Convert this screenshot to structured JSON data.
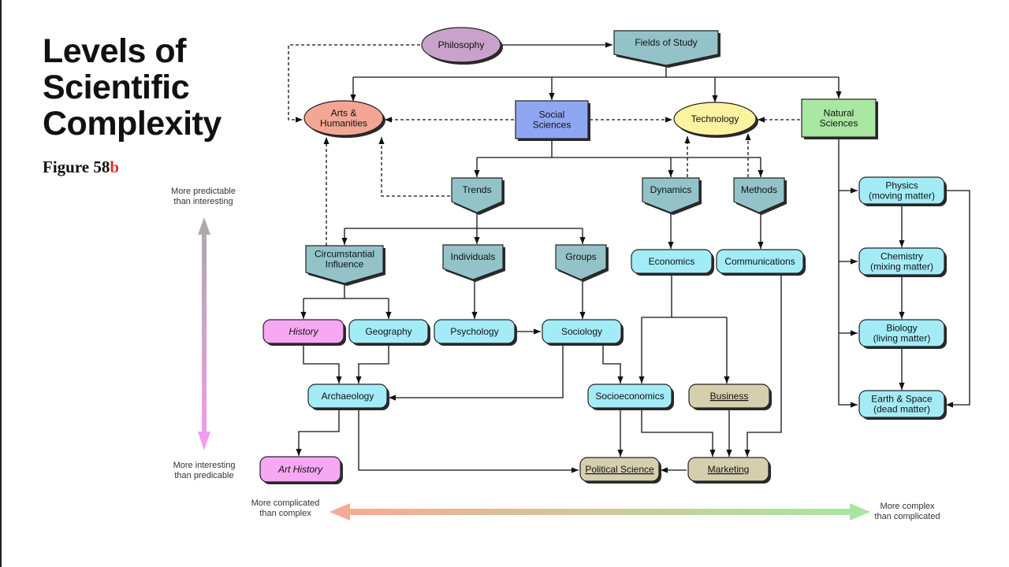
{
  "page": {
    "title_lines": [
      "Levels of",
      "Scientific",
      "Complexity"
    ],
    "figure_prefix": "Figure 58",
    "figure_letter": "b"
  },
  "axes": {
    "vertical_top": [
      "More predictable",
      "than interesting"
    ],
    "vertical_bottom": [
      "More interesting",
      "than predicable"
    ],
    "horizontal_left": [
      "More complicated",
      "than complex"
    ],
    "horizontal_right": [
      "More complex",
      "than complicated"
    ]
  },
  "colors": {
    "philosophy": "#c9a2cb",
    "arts": "#f4a695",
    "social": "#8fa6f2",
    "technology": "#fbf3a0",
    "natural": "#a9e8a2",
    "teal": "#93c3c8",
    "cyan": "#a3ecf7",
    "pink": "#f7a8f2",
    "tan": "#d6cfae"
  },
  "nodes": {
    "fields": "Fields of Study",
    "philosophy": "Philosophy",
    "arts": [
      "Arts &",
      "Humanities"
    ],
    "social": [
      "Social",
      "Sciences"
    ],
    "technology": "Technology",
    "natural": [
      "Natural",
      "Sciences"
    ],
    "trends": "Trends",
    "dynamics": "Dynamics",
    "methods": "Methods",
    "circumstantial": [
      "Circumstantial",
      "Influence"
    ],
    "individuals": "Individuals",
    "groups": "Groups",
    "economics": "Economics",
    "communications": "Communications",
    "physics": [
      "Physics",
      "(moving matter)"
    ],
    "chemistry": [
      "Chemistry",
      "(mixing matter)"
    ],
    "biology": [
      "Biology",
      "(living matter)"
    ],
    "earth": [
      "Earth & Space",
      "(dead matter)"
    ],
    "history": "History",
    "geography": "Geography",
    "psychology": "Psychology",
    "sociology": "Sociology",
    "archaeology": "Archaeology",
    "socioeconomics": "Socioeconomics",
    "business": "Business",
    "art_history": "Art History",
    "political": "Political Science",
    "marketing": "Marketing"
  }
}
